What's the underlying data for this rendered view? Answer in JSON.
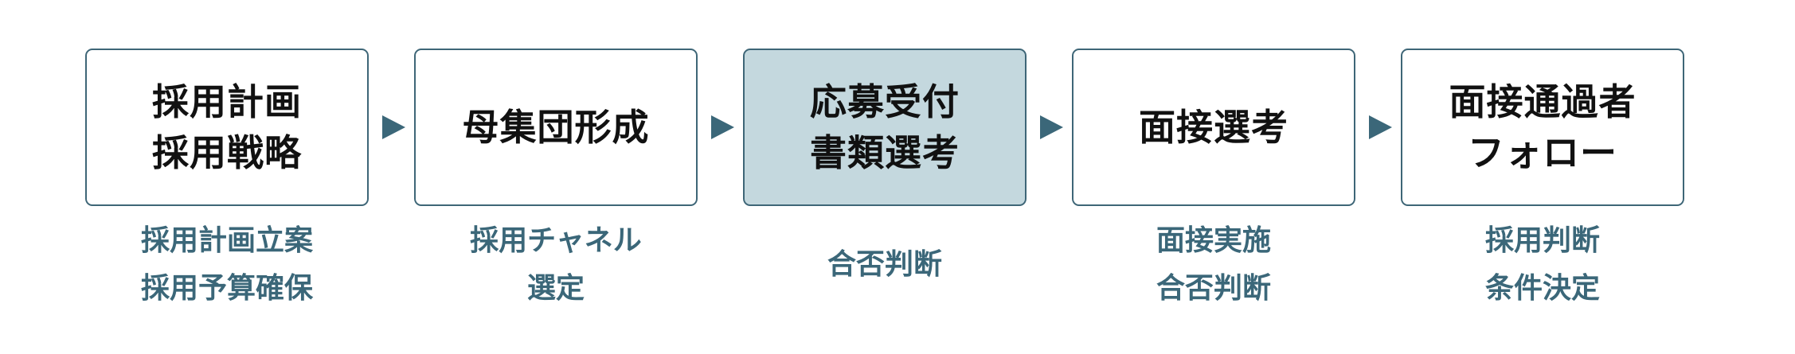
{
  "colors": {
    "accent": "#3b6779",
    "highlight": "#c4d8de"
  },
  "steps": [
    {
      "title": [
        "採用計画",
        "採用戦略"
      ],
      "details": [
        "採用計画立案",
        "採用予算確保"
      ],
      "active": false
    },
    {
      "title": [
        "母集団形成"
      ],
      "details": [
        "採用チャネル",
        "選定"
      ],
      "active": false
    },
    {
      "title": [
        "応募受付",
        "書類選考"
      ],
      "details": [
        "合否判断"
      ],
      "active": true
    },
    {
      "title": [
        "面接選考"
      ],
      "details": [
        "面接実施",
        "合否判断"
      ],
      "active": false
    },
    {
      "title": [
        "面接通過者",
        "フォロー"
      ],
      "details": [
        "採用判断",
        "条件決定"
      ],
      "active": false
    }
  ]
}
